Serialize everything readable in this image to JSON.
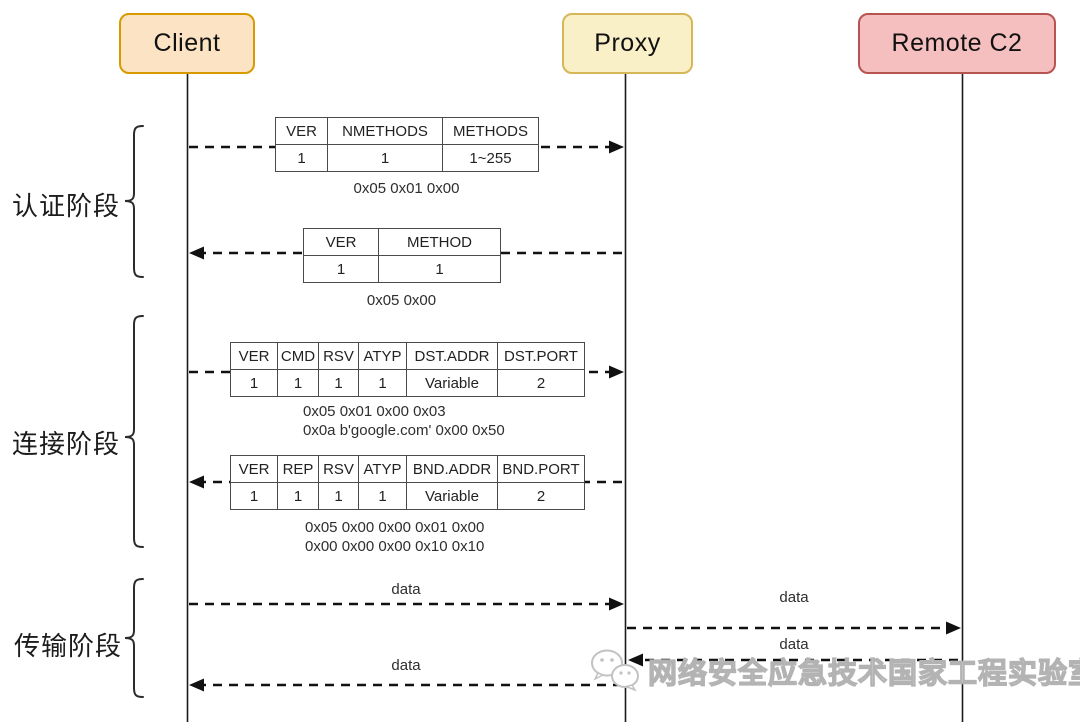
{
  "actors": {
    "client": {
      "label": "Client"
    },
    "proxy": {
      "label": "Proxy"
    },
    "remote": {
      "label": "Remote C2"
    }
  },
  "colors": {
    "client_fill": "#fbe3c4",
    "client_border": "#d79b00",
    "proxy_fill": "#faf0c8",
    "proxy_border": "#d6b656",
    "remote_fill": "#f5bfbf",
    "remote_border": "#b85450",
    "line": "#111111"
  },
  "phases": {
    "auth": "认证阶段",
    "connect": "连接阶段",
    "transfer": "传输阶段"
  },
  "packets": {
    "auth_request": {
      "headers": [
        "VER",
        "NMETHODS",
        "METHODS"
      ],
      "values": [
        "1",
        "1",
        "1~255"
      ],
      "caption": "0x05 0x01 0x00"
    },
    "auth_reply": {
      "headers": [
        "VER",
        "METHOD"
      ],
      "values": [
        "1",
        "1"
      ],
      "caption": "0x05 0x00"
    },
    "connect_request": {
      "headers": [
        "VER",
        "CMD",
        "RSV",
        "ATYP",
        "DST.ADDR",
        "DST.PORT"
      ],
      "values": [
        "1",
        "1",
        "1",
        "1",
        "Variable",
        "2"
      ],
      "caption": "0x05 0x01 0x00 0x03\n0x0a b'google.com'  0x00 0x50"
    },
    "connect_reply": {
      "headers": [
        "VER",
        "REP",
        "RSV",
        "ATYP",
        "BND.ADDR",
        "BND.PORT"
      ],
      "values": [
        "1",
        "1",
        "1",
        "1",
        "Variable",
        "2"
      ],
      "caption": "0x05 0x00 0x00 0x01 0x00\n0x00 0x00 0x00 0x10 0x10"
    }
  },
  "data_flow": {
    "client_to_proxy": "data",
    "proxy_to_remote": "data",
    "remote_to_proxy": "data",
    "proxy_to_client": "data"
  },
  "watermark": {
    "text": "网络安全应急技术国家工程实验室"
  }
}
